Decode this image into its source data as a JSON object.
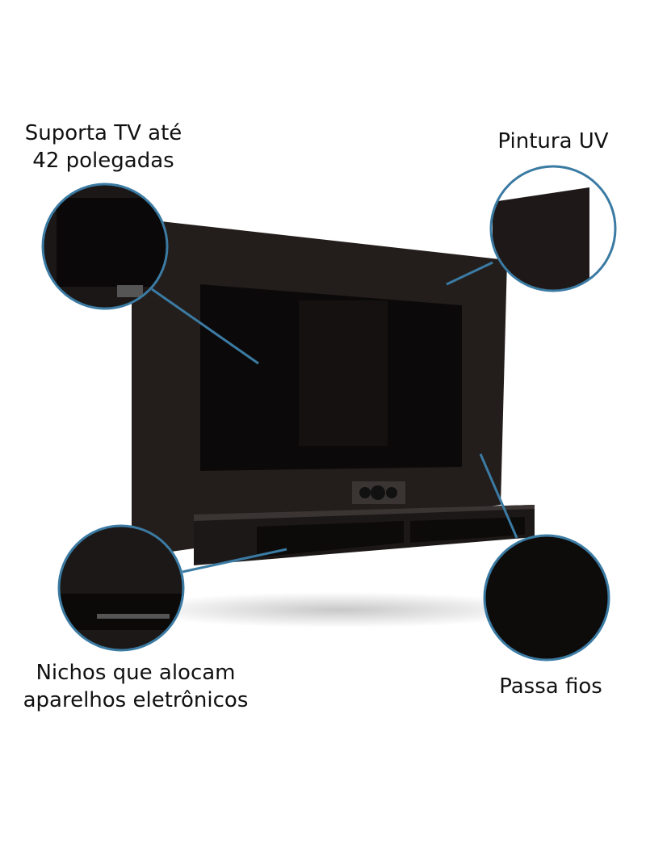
{
  "callouts": {
    "tv_support": {
      "line1": "Suporta TV até",
      "line2": "42 polegadas"
    },
    "uv_paint": {
      "label": "Pintura UV"
    },
    "niches": {
      "line1": "Nichos que alocam",
      "line2": "aparelhos eletrônicos"
    },
    "cable_pass": {
      "label": "Passa fios"
    }
  },
  "colors": {
    "callout_ring": "#3b7ba3",
    "panel": "#231d1b",
    "tv": "#0b0909"
  }
}
